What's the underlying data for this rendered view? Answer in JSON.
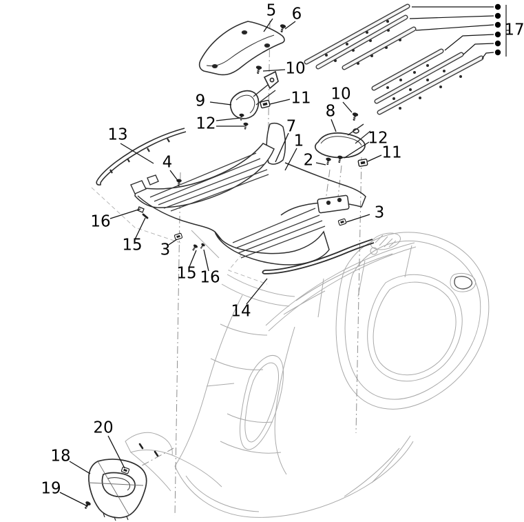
{
  "diagram": {
    "description": "exploded-parts-diagram",
    "colors": {
      "background": "#ffffff",
      "body_line": "#a9a9a9",
      "part_line": "#2d2d2d",
      "label": "#000000",
      "bullet": "#000000"
    },
    "callouts": {
      "c1": "1",
      "c2": "2",
      "c3a": "3",
      "c3b": "3",
      "c4": "4",
      "c5": "5",
      "c6": "6",
      "c7": "7",
      "c8": "8",
      "c9": "9",
      "c10a": "10",
      "c10b": "10",
      "c11a": "11",
      "c11b": "11",
      "c12a": "12",
      "c12b": "12",
      "c13": "13",
      "c14": "14",
      "c15a": "15",
      "c15b": "15",
      "c16a": "16",
      "c16b": "16",
      "c17": "17",
      "c18": "18",
      "c19": "19",
      "c20": "20"
    }
  }
}
